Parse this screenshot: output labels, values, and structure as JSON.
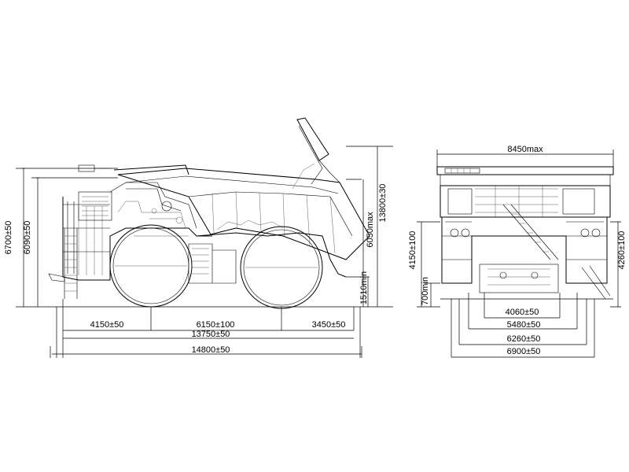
{
  "side_view": {
    "dimensions": {
      "front_overhang": "4150±50",
      "wheelbase": "6150±100",
      "rear_overhang": "3450±50",
      "length_axles": "13750±50",
      "overall_length": "14800±50",
      "height_cab": "6700±50",
      "height_body": "6090±50",
      "dump_height": "13800±30",
      "body_clearance": "6050max",
      "ground_clearance": "1510min"
    }
  },
  "rear_view": {
    "dimensions": {
      "overall_width": "8450max",
      "height_left": "4150±100",
      "height_right": "4260±100",
      "under_clearance": "700min",
      "width_inner": "4060±50",
      "width_2": "5480±50",
      "width_3": "6260±50",
      "width_outer": "6900±50"
    }
  }
}
